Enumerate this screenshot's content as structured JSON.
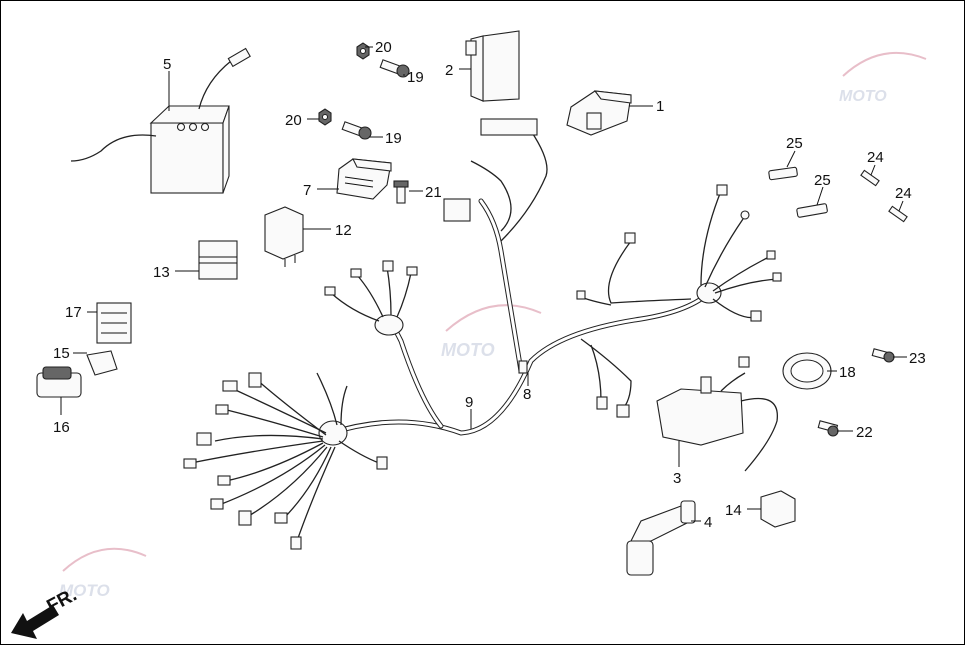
{
  "diagram": {
    "direction_label": "FR.",
    "watermark": "MOTO",
    "callouts": [
      {
        "id": "c1",
        "label": "1"
      },
      {
        "id": "c2",
        "label": "2"
      },
      {
        "id": "c3",
        "label": "3"
      },
      {
        "id": "c4",
        "label": "4"
      },
      {
        "id": "c5",
        "label": "5"
      },
      {
        "id": "c7",
        "label": "7"
      },
      {
        "id": "c8",
        "label": "8"
      },
      {
        "id": "c9",
        "label": "9"
      },
      {
        "id": "c12",
        "label": "12"
      },
      {
        "id": "c13",
        "label": "13"
      },
      {
        "id": "c14",
        "label": "14"
      },
      {
        "id": "c15",
        "label": "15"
      },
      {
        "id": "c16",
        "label": "16"
      },
      {
        "id": "c17",
        "label": "17"
      },
      {
        "id": "c18",
        "label": "18"
      },
      {
        "id": "c19a",
        "label": "19"
      },
      {
        "id": "c19b",
        "label": "19"
      },
      {
        "id": "c20a",
        "label": "20"
      },
      {
        "id": "c20b",
        "label": "20"
      },
      {
        "id": "c21",
        "label": "21"
      },
      {
        "id": "c22",
        "label": "22"
      },
      {
        "id": "c23",
        "label": "23"
      },
      {
        "id": "c24a",
        "label": "24"
      },
      {
        "id": "c24b",
        "label": "24"
      },
      {
        "id": "c25a",
        "label": "25"
      },
      {
        "id": "c25b",
        "label": "25"
      }
    ]
  }
}
